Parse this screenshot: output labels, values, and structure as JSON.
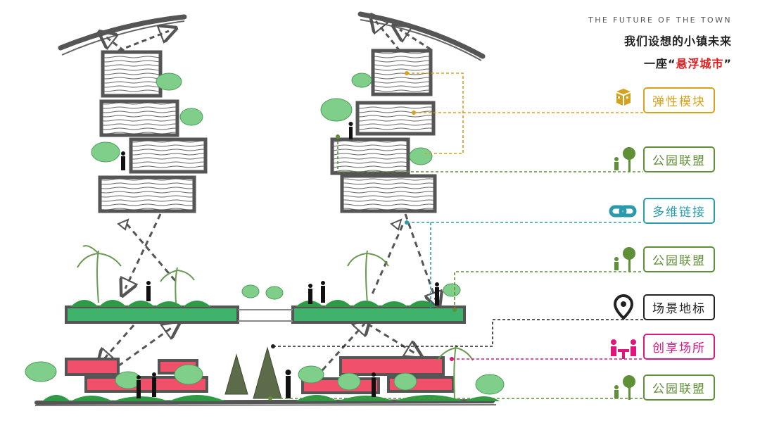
{
  "header": {
    "eyebrow": "THE FUTURE OF THE TOWN",
    "headline": "我们设想的小镇未来",
    "sub_prefix": "一座“",
    "sub_highlight": "悬浮城市",
    "sub_suffix": "”"
  },
  "tags": [
    {
      "label": "弹性模块",
      "icon": "cube-modules-icon",
      "color": "#d6a21c"
    },
    {
      "label": "公园联盟",
      "icon": "tree-person-icon",
      "color": "#5f8f36"
    },
    {
      "label": "多维链接",
      "icon": "chain-link-icon",
      "color": "#2a9bad"
    },
    {
      "label": "公园联盟",
      "icon": "tree-person-icon",
      "color": "#5f8f36"
    },
    {
      "label": "场景地标",
      "icon": "location-pin-icon",
      "color": "#222222"
    },
    {
      "label": "创享场所",
      "icon": "people-table-icon",
      "color": "#e0157e"
    },
    {
      "label": "公园联盟",
      "icon": "tree-person-icon",
      "color": "#5f8f36"
    }
  ],
  "colors": {
    "sketch": "#555555",
    "green_deck": "#3fb36b",
    "red_box": "#f0506a",
    "tree": "#7fcf8a"
  }
}
